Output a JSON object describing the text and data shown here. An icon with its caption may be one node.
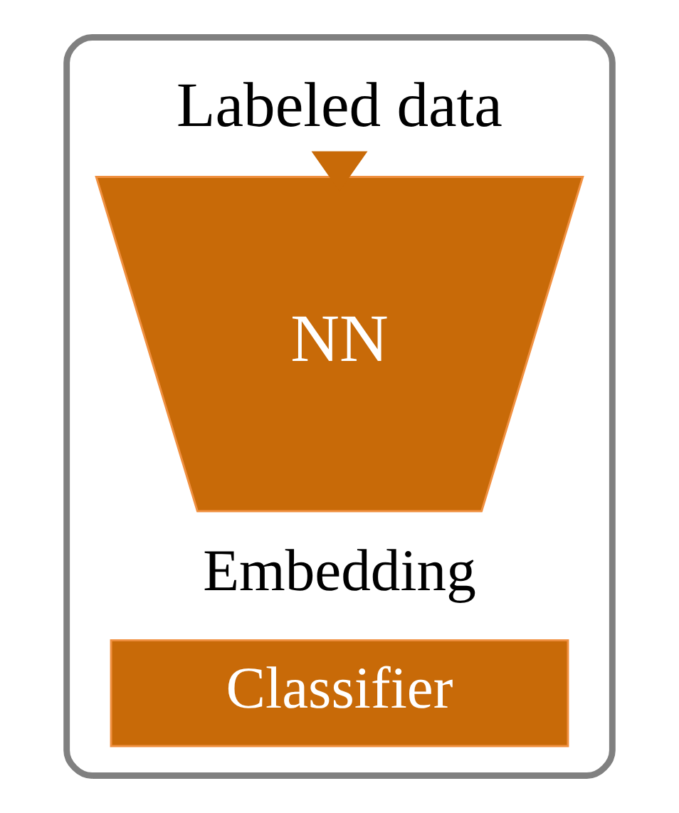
{
  "diagram": {
    "nodes": [
      {
        "text": [],
        "shape": "box"
      },
      {
        "text": [
          "Labeled data"
        ],
        "in": 0
      },
      {
        "text": [
          "NN"
        ],
        "in": 0,
        "beside": [
          "Embedding"
        ]
      },
      {
        "text": [
          "Classifier"
        ],
        "in": 0
      }
    ],
    "edges": [
      {
        "from": 1,
        "to": 2,
        "arrow": "to",
        "style": "thick"
      }
    ]
  }
}
